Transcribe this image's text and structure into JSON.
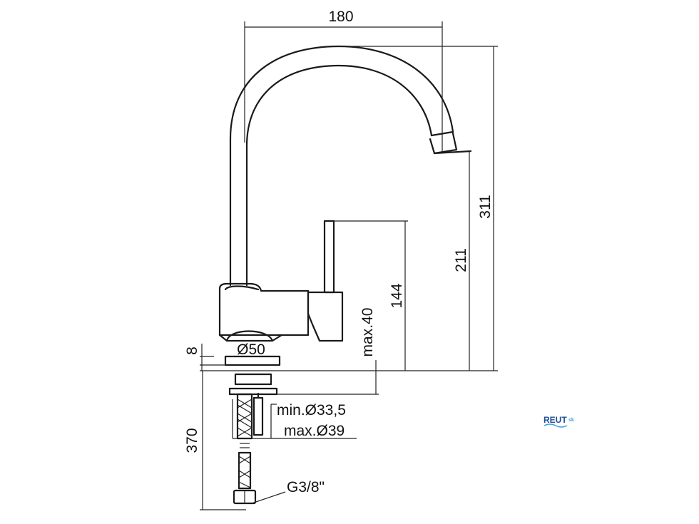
{
  "dimensions": {
    "width_top": "180",
    "height_total": "311",
    "spout_height": "211",
    "lever_height": "144",
    "max_deck": "max.40",
    "flange_thickness": "8",
    "base_diameter": "Ø50",
    "min_hole": "min.Ø33,5",
    "max_hole": "max.Ø39",
    "hose_length": "370",
    "connection": "G3/8\""
  },
  "brand": {
    "name": "REUT",
    "suffix": "sk",
    "color": "#1f4e96",
    "accent": "#3aa0dc"
  }
}
